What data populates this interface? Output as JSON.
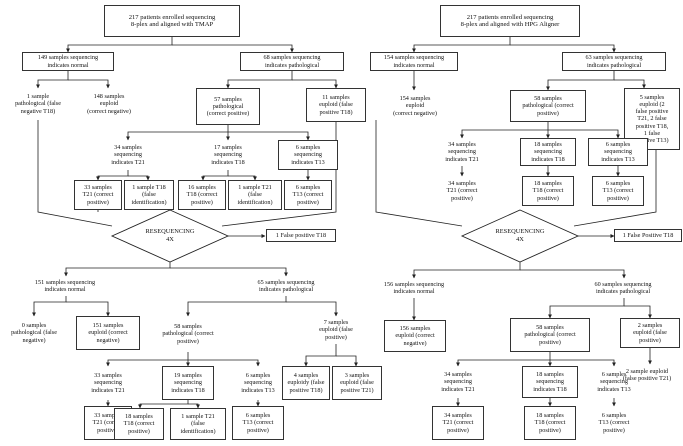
{
  "left": {
    "root": "217 patients enrolled sequencing\n8-plex and aligned with TMAP",
    "normal": "149 samples sequencing\nindicates normal",
    "pathological": "68 samples sequencing\nindicates pathological",
    "fn_t18": "1 sample\npathological (false\nnegative T18)",
    "euploid_148": "148 samples\neuploid\n(correct negative)",
    "path_57": "57 samples\npathological\n(correct positive)",
    "euploid_11": "11 samples\neuploid (false\npositive T18)",
    "t21_34": "34 samples\nsequencing\nindicates T21",
    "t18_17": "17 samples\nsequencing\nindicates T18",
    "t13_6": "6 samples\nsequencing\nindicates T13",
    "t21_33_correct": "33 samples\nT21 (correct\npositive)",
    "t18_1_false": "1 sample T18\n(false\nidentification)",
    "t18_16_correct": "16 samples\nT18 (correct\npositive)",
    "t21_1_false": "1 sample T21\n(false\nidentification)",
    "t13_6_correct": "6 samples\nT13 (correct\npositive)",
    "reseq": "RESEQUENCING\n4X",
    "fp_note": "1 False positive T18",
    "normal_151": "151 samples sequencing\nindicates normal",
    "path_65": "65 samples sequencing\nindicates pathological",
    "path_0": "0 samples\npathological (false\nnegative)",
    "euploid_151": "151 samples\neuploid (correct\nnegative)",
    "path_58": "58 samples\npathological (correct\npositive)",
    "euploid_7": "7 samples\neuploid (false\npositive)",
    "t21_33_seq": "33 samples\nsequencing\nindicates T21",
    "t18_19_seq": "19 samples\nsequencing\nindicates T18",
    "t13_6_seq": "6 samples\nsequencing\nindicates T13",
    "fp4_t18": "4 samples\neuploidy (false\npositive T18)",
    "fp3_t21": "3 samples\neuploid (false\npositive T21)",
    "t21_33_final": "33 samples\nT21 (correct\npositive)",
    "t18_18_final": "18 samples\nT18 (correct\npositive)",
    "t21_1_final": "1 sample T21\n(false\nidentification)",
    "t13_6_final": "6 samples\nT13 (correct\npositive)"
  },
  "right": {
    "root": "217 patients enrolled sequencing\n8-plex and aligned with HPG Aligner",
    "normal": "154 samples sequencing\nindicates normal",
    "pathological": "63 samples sequencing\nindicates pathological",
    "euploid_154": "154 samples\neuploid\n(correct negative)",
    "path_58": "58 samples\npathological (correct\npositive)",
    "euploid_5": "5 samples\neuploid (2\nfalse positive\nT21, 2 false\npositive T18,\n1 false\npositive T13)",
    "t21_34": "34 samples\nsequencing\nindicates T21",
    "t18_18": "18 samples\nsequencing\nindicates T18",
    "t13_6": "6 samples\nsequencing\nindicates T13",
    "t21_34_correct": "34 samples\nT21 (correct\npositive)",
    "t18_18_correct": "18 samples\nT18 (correct\npositive)",
    "t13_6_correct": "6 samples\nT13 (correct\npositive)",
    "reseq": "RESEQUENCING\n4X",
    "fp_note": "1 False Positive T18",
    "normal_156": "156 samples sequencing\nindicates normal",
    "path_60": "60 samples sequencing\nindicates pathological",
    "euploid_156": "156 samples\neuploid (correct\nnegative)",
    "path_58b": "58 samples\npathological (correct\npositive)",
    "euploid_2": "2 samples\neuploid (false\npositive)",
    "fp2_t21": "2 sample euploid\n(false positive T21)",
    "t21_34_seq": "34 samples\nsequencing\nindicates T21",
    "t18_18_seq": "18 samples\nsequencing\nindicates T18",
    "t13_6_seq": "6 samples\nsequencing\nindicates T13",
    "t21_34_final": "34 samples\nT21 (correct\npositive)",
    "t18_18_final": "18 samples\nT18 (correct\npositive)",
    "t13_6_final": "6 samples\nT13 (correct\npositive)"
  }
}
